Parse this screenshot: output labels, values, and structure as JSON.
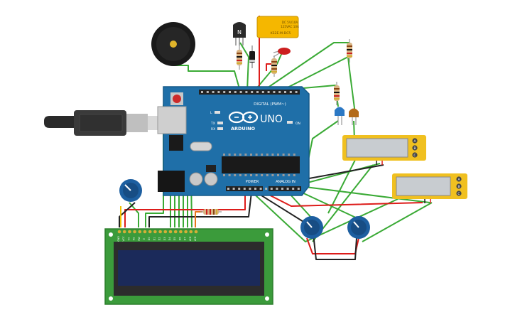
{
  "arduino": {
    "brand": "ARDUINO",
    "model": "UNO",
    "on_label": "ON",
    "digital_label": "DIGITAL (PWM~)",
    "power_label": "POWER",
    "analog_label": "ANALOG IN",
    "tx_label": "TX",
    "rx_label": "RX",
    "l_label": "L",
    "body_color": "#1f6fa8",
    "header_color": "#222222"
  },
  "relay": {
    "label_line1": "DC 5V/10A",
    "label_line2": "125VAC 10A",
    "model": "KS2E-M-DC5",
    "color": "#f5b700"
  },
  "transistor": {
    "label": "N"
  },
  "lcd": {
    "board_color": "#3b9b3b",
    "screen_color": "#1b2a5a"
  },
  "lcd_pin_labels": [
    "GND",
    "VCC",
    "V0",
    "RS",
    "RW",
    "E",
    "D0",
    "D1",
    "D2",
    "D3",
    "D4",
    "D5",
    "D6",
    "D7",
    "LED",
    "LED"
  ],
  "pot_lcd": {
    "color": "#1d5fa0"
  },
  "small_lcd_1": {
    "screen_color": "#c8ccd0",
    "frame_color": "#f0c020",
    "buttons": [
      "A",
      "B",
      "C"
    ]
  },
  "small_lcd_2": {
    "screen_color": "#c8ccd0",
    "frame_color": "#f0c020",
    "buttons": [
      "A",
      "B",
      "C"
    ]
  },
  "colors": {
    "wire_green": "#3aaa35",
    "wire_red": "#dd1c1a",
    "wire_black": "#222222",
    "wire_yellow": "#f3c200",
    "wire_orange": "#e8761b",
    "led_red": "#cc1f1f",
    "led_blue": "#2b78c4",
    "led_orange": "#b36b1a"
  }
}
